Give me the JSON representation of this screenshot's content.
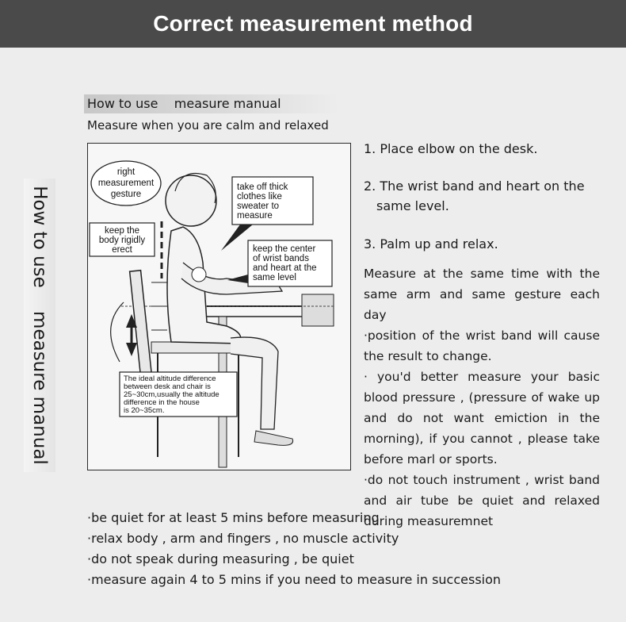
{
  "header": {
    "title": "Correct measurement method"
  },
  "side_label": "How to use    measure manual",
  "section": {
    "heading": "How to use    measure manual",
    "subheading": "Measure when you are calm and relaxed"
  },
  "illustration": {
    "bubble_right_gesture": [
      "right",
      "measurement",
      "gesture"
    ],
    "bubble_body": [
      "keep the",
      "body rigidly",
      "erect"
    ],
    "bubble_clothes": [
      "take  off  thick",
      "clothes  like",
      "sweater to",
      "measure"
    ],
    "bubble_center": [
      "keep the center",
      "of wrist bands",
      "and heart at the",
      "same level"
    ],
    "bubble_altitude": [
      "The ideal altitude difference",
      "between desk and chair is",
      "25~30cm,usually the altitude",
      "difference in the house",
      "is 20~35cm."
    ]
  },
  "steps": [
    "1. Place elbow on the desk.",
    "2. The wrist band and heart on the",
    "same level.",
    "3. Palm up and relax."
  ],
  "paragraphs": [
    "Measure at the same time with the same arm and same gesture each day",
    "·position of the wrist band will cause the result to change.",
    "· you'd better measure your basic blood pressure , (pressure of wake up and do not want emiction in the morning), if you cannot , please take before marl or sports.",
    "·do not touch instrument , wrist band and air tube be quiet and relaxed during measuremnet"
  ],
  "bullets": [
    "·be quiet for at least 5 mins before measuring",
    "·relax body , arm and fingers , no muscle activity",
    "·do not speak during measuring , be quiet",
    "·measure again 4 to 5 mins if you need to measure in succession"
  ]
}
